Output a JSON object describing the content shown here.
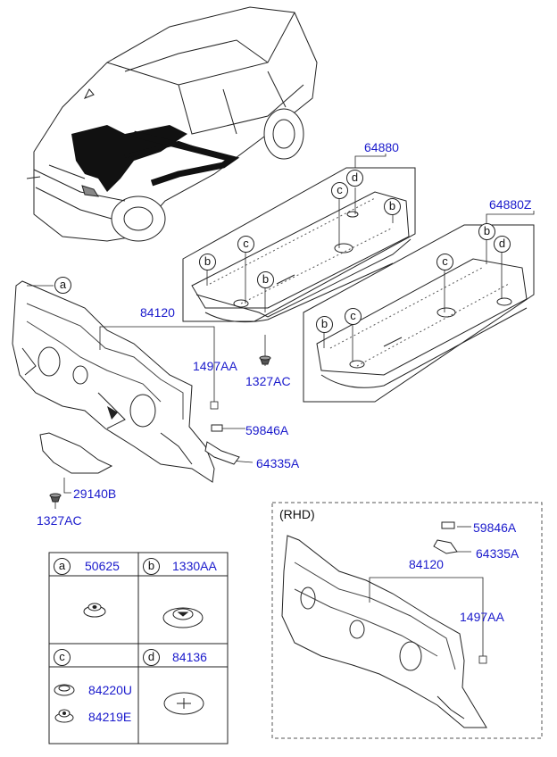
{
  "colors": {
    "part_number": "#1a1acc",
    "line": "#222222",
    "fill": "#ffffff"
  },
  "labels": {
    "p64880": "64880",
    "p64880Z": "64880Z",
    "p84120": "84120",
    "p1497AA": "1497AA",
    "p1327AC_mid": "1327AC",
    "p59846A": "59846A",
    "p64335A": "64335A",
    "p29140B": "29140B",
    "p1327AC_left": "1327AC",
    "rhd": "(RHD)",
    "rhd_59846A": "59846A",
    "rhd_64335A": "64335A",
    "rhd_84120": "84120",
    "rhd_1497AA": "1497AA"
  },
  "callouts": {
    "a": "a",
    "b": "b",
    "c": "c",
    "d": "d"
  },
  "legend": {
    "a_part": "50625",
    "b_part": "1330AA",
    "d_part": "84136",
    "c_part1": "84220U",
    "c_part2": "84219E"
  }
}
